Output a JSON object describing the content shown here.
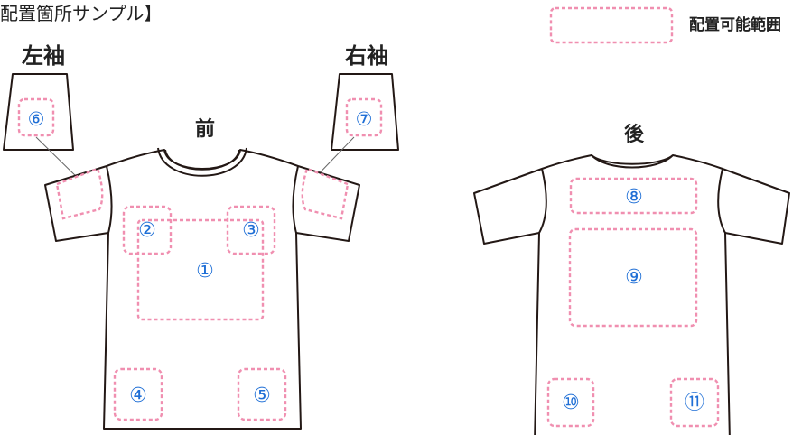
{
  "header": {
    "title": "配置箇所サンプル】"
  },
  "legend": {
    "text": "配置可能範囲"
  },
  "colors": {
    "dash": "#f08fb0",
    "number": "#1f6fd6",
    "outline": "#231815",
    "text": "#222222"
  },
  "sleeves": {
    "left": "左袖",
    "right": "右袖"
  },
  "views": {
    "front": "前",
    "back": "後"
  },
  "areas": {
    "a1": "①",
    "a2": "②",
    "a3": "③",
    "a4": "④",
    "a5": "⑤",
    "a6": "⑥",
    "a7": "⑦",
    "a8": "⑧",
    "a9": "⑨",
    "a10": "⑩",
    "a11": "⑪"
  }
}
